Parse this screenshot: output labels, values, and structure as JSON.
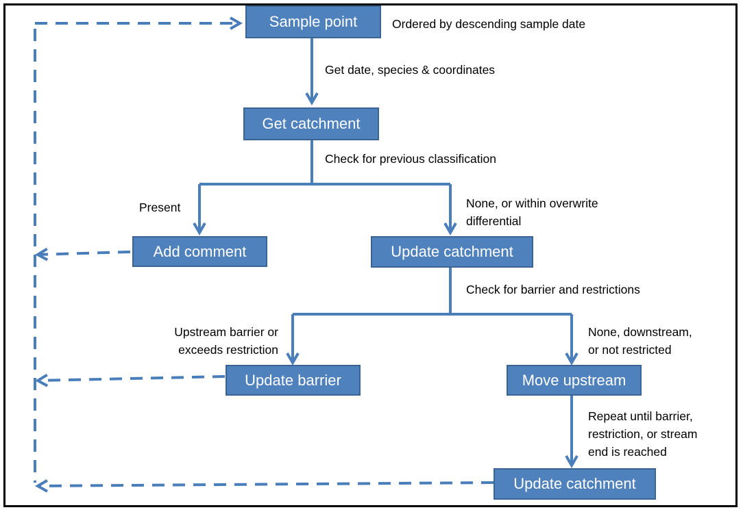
{
  "colors": {
    "box_fill": "#4f81bd",
    "box_border": "#3a6491",
    "connector": "#4a7ebb",
    "box_text": "#ffffff",
    "frame": "#000000"
  },
  "nodes": {
    "sample_point": "Sample point",
    "get_catchment": "Get catchment",
    "add_comment": "Add comment",
    "update_catchment_1": "Update catchment",
    "update_barrier": "Update barrier",
    "move_upstream": "Move upstream",
    "update_catchment_2": "Update catchment"
  },
  "notes": {
    "ordered": "Ordered by descending sample date",
    "get_date": "Get date, species & coordinates",
    "check_prev": "Check for previous classification",
    "present": "Present",
    "none_overwrite": [
      "None, or within overwrite",
      "differential"
    ],
    "check_barrier": "Check for barrier  and restrictions",
    "upstream_barrier": [
      "Upstream barrier or",
      "exceeds restriction"
    ],
    "none_downstream": [
      "None, downstream,",
      "or not restricted"
    ],
    "repeat": [
      "Repeat until barrier,",
      "restriction, or stream",
      "end is reached"
    ]
  }
}
